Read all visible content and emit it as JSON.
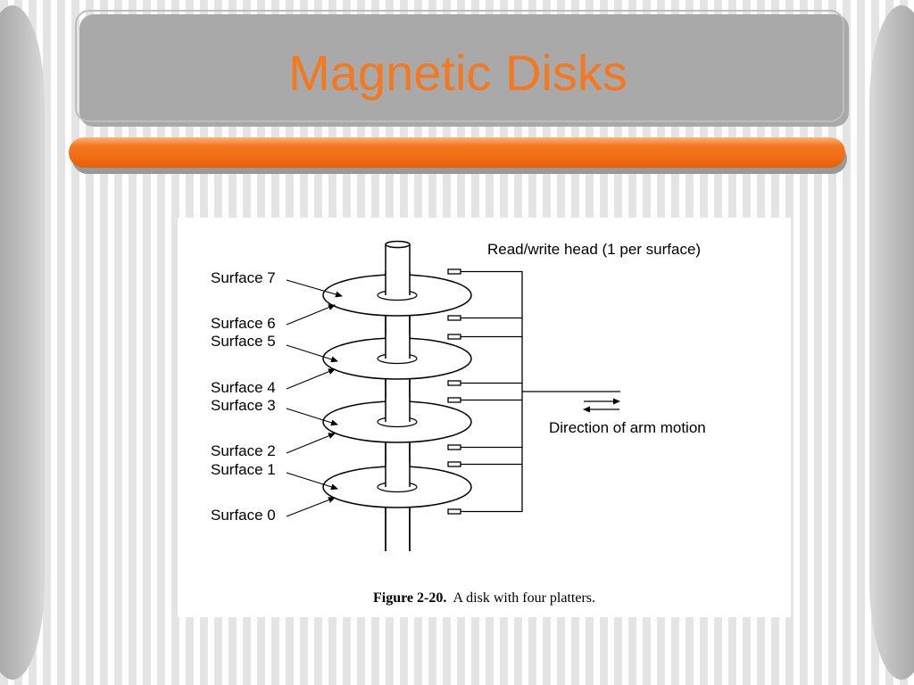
{
  "slide": {
    "title": "Magnetic Disks",
    "accent_color": "#f47820"
  },
  "figure": {
    "head_label": "Read/write head (1 per surface)",
    "motion_label": "Direction of arm motion",
    "surfaces": [
      "Surface 7",
      "Surface 6",
      "Surface 5",
      "Surface 4",
      "Surface 3",
      "Surface 2",
      "Surface 1",
      "Surface 0"
    ],
    "caption_number": "Figure 2-20.",
    "caption_text": "A disk with four platters."
  }
}
